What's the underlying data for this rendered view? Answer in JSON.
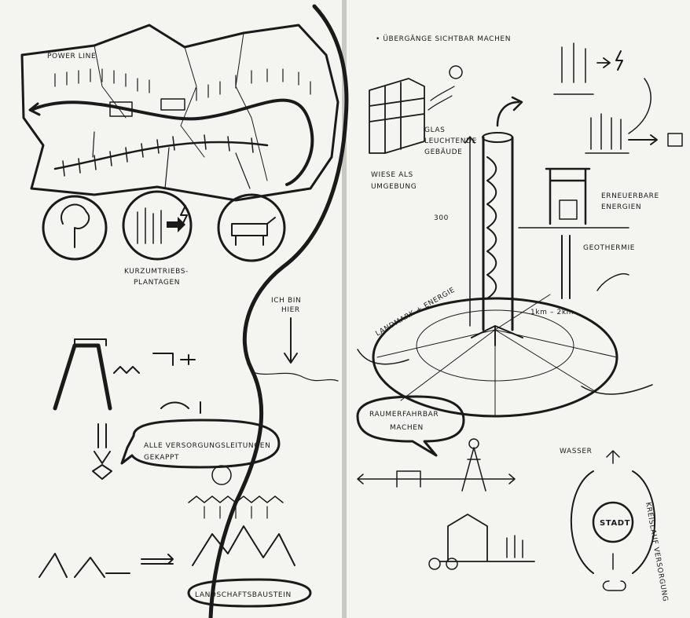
{
  "left_page": {
    "map_label": "POWER LINE",
    "plantation_label_1": "KURZUMTRIEBS-",
    "plantation_label_2": "PLANTAGEN",
    "bubble_supply": {
      "line1": "ALLE VERSORGUNGSLEITUNGEN",
      "line2": "GEKAPPT"
    },
    "landscape_bubble": "LANDSCHAFTSBAUSTEIN",
    "margin_note": {
      "line1": "ICH BIN",
      "line2": "HIER"
    }
  },
  "right_page": {
    "heading": "• ÜBERGÄNGE SICHTBAR MACHEN",
    "building_note_1": "WIESE ALS",
    "building_note_2": "UMGEBUNG",
    "glass_note_1": "GLAS",
    "glass_note_2": "LEUCHTENDE",
    "glass_note_3": "GEBÄUDE",
    "tower_height": "300",
    "renewables_1": "ERNEUERBARE",
    "renewables_2": "ENERGIEN",
    "geothermal": "GEOTHERMIE",
    "radius": "1km – 2km",
    "ring_label": "LANDMARK + ENERGIE",
    "space_bubble_1": "RAUMERFAHRBAR",
    "space_bubble_2": "MACHEN",
    "water": "WASSER",
    "city": "STADT",
    "cycle_label": "KREISLAUF VERSORGUNG"
  }
}
